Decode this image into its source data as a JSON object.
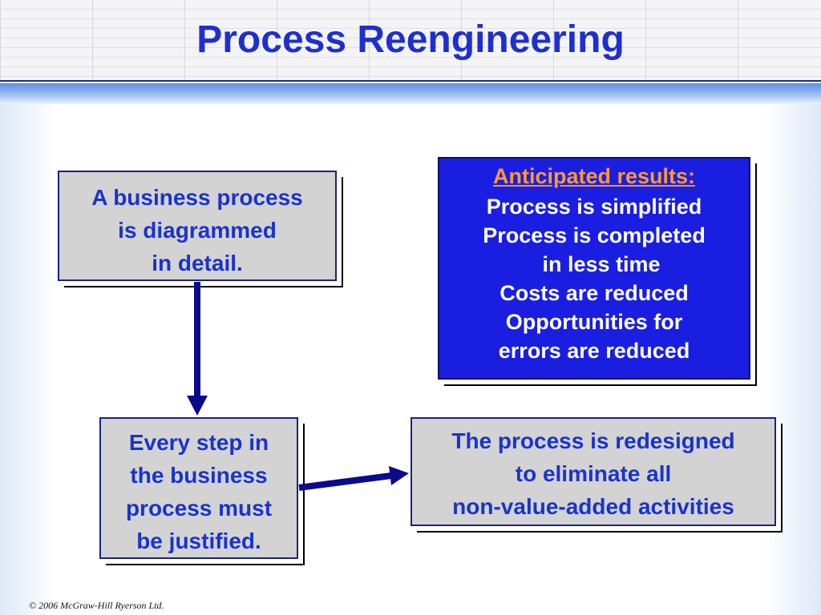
{
  "title": "Process Reengineering",
  "boxes": {
    "diagrammed": {
      "lines": [
        "A business process",
        "is diagrammed",
        "in detail."
      ]
    },
    "justified": {
      "lines": [
        "Every step in",
        "the business",
        "process must",
        "be justified."
      ]
    },
    "redesigned": {
      "lines": [
        "The process is redesigned",
        "to eliminate all",
        "non-value-added activities"
      ]
    },
    "results": {
      "heading": "Anticipated results:",
      "items": [
        "Process is simplified",
        "Process is completed",
        "in less time",
        "Costs are reduced",
        "Opportunities for",
        "errors are reduced"
      ]
    }
  },
  "footer": {
    "copyright": "© 2006 McGraw-Hill Ryerson Ltd."
  },
  "colors": {
    "title": "#1f2fcf",
    "box_text": "#1a33cc",
    "box_fill": "#d3d3d3",
    "results_fill": "#1a1ee0",
    "results_heading": "#ff9933",
    "arrow": "#0a0a8c"
  }
}
